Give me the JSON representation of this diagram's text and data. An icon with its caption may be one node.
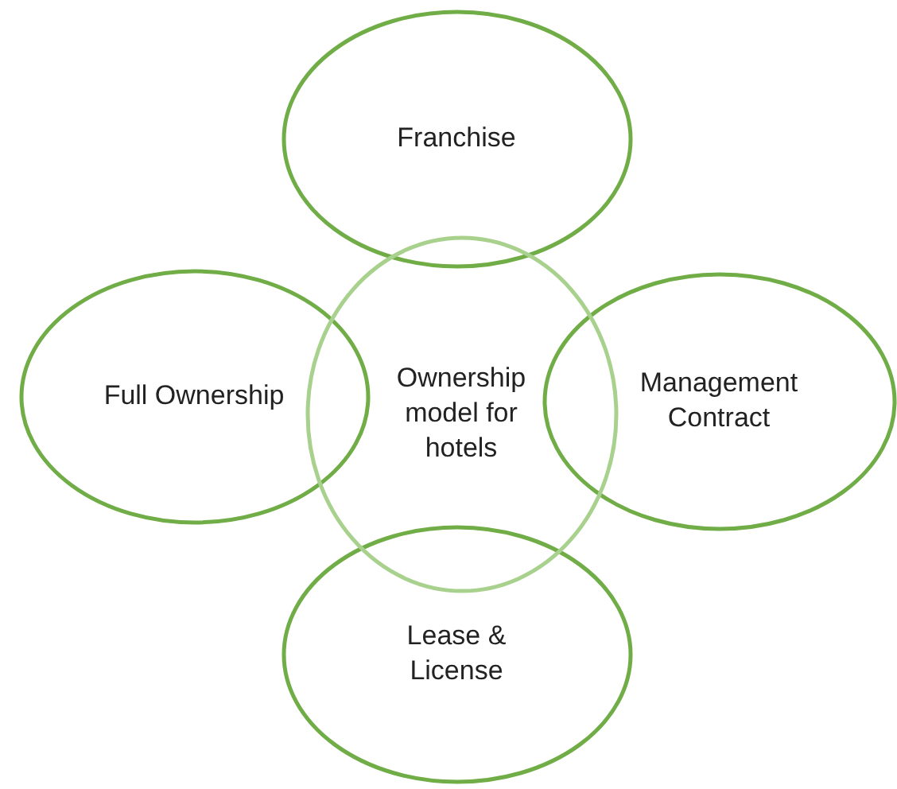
{
  "diagram": {
    "nodes": [
      {
        "text": [
          "Franchise"
        ]
      },
      {
        "text": [
          "Full Ownership"
        ]
      },
      {
        "text": [
          "Ownership model for hotels"
        ]
      },
      {
        "text": [
          "Management Contract"
        ]
      },
      {
        "text": [
          "Lease & License"
        ]
      }
    ]
  }
}
